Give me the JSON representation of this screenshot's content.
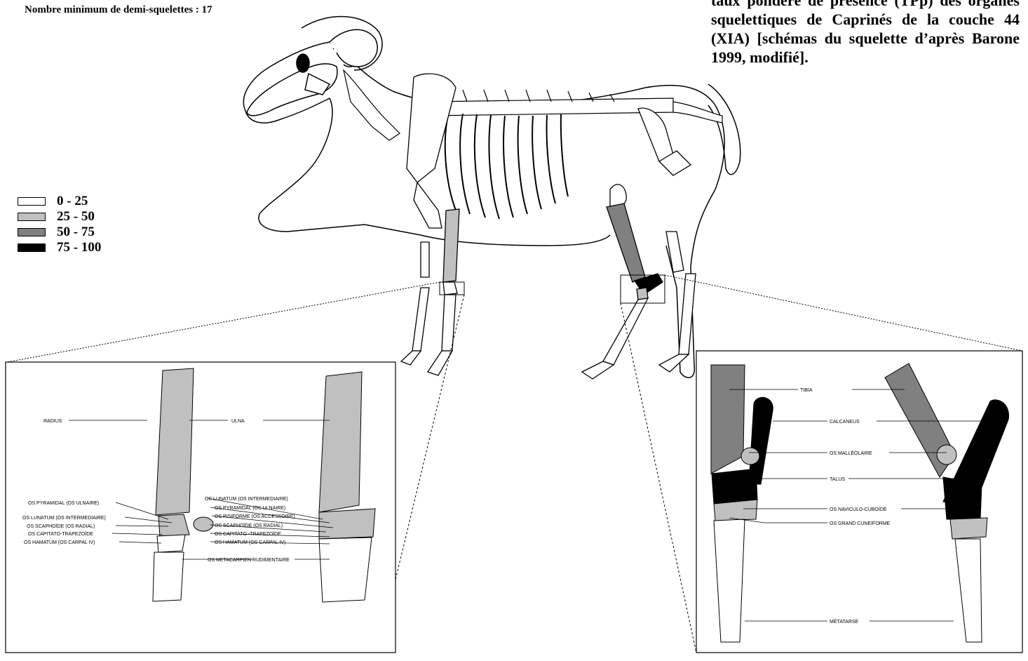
{
  "header": {
    "nms_text": "Nombre minimum de demi-squelettes : 17"
  },
  "caption": {
    "text": "taux pondéré de présence (TPp) des organes squelettiques de Caprinés de la couche 44 (XIA) [schémas du squelette d’après Barone 1999, modifié]."
  },
  "legend": {
    "items": [
      {
        "label": "0 - 25",
        "color": "#ffffff"
      },
      {
        "label": "25 - 50",
        "color": "#c0c0c0"
      },
      {
        "label": "50 - 75",
        "color": "#808080"
      },
      {
        "label": "75 - 100",
        "color": "#000000"
      }
    ]
  },
  "carpal_panel": {
    "labels": {
      "radius": "RADIUS",
      "ulna": "ULNA",
      "pyramidal_l": "OS PYRAMIDAL (OS ULNAIRE)",
      "lunatum_l": "OS LUNATUM (OS INTERMEDIAIRE)",
      "scaphoide_l": "OS SCAPHOÏDE (OS RADIAL)",
      "capitato_l": "OS CAPITATO-TRAPEZOÏDE",
      "hamatum_l": "OS HAMATUM (OS CARPAL IV)",
      "lunatum_r": "OS LUNATUM (OS INTERMEDIAIRE)",
      "pyramidal_r": "OS PYRAMIDAL (OS ULNAIRE)",
      "pisiforme_r": "OS PISIFORME (OS ACCESSOIRE)",
      "scaphoide_r": "OS SCAPHOÏDE (OS RADIAL)",
      "capitato_r": "OS CAPITATO -TRAPEZOÏDE",
      "hamatum_r": "OS HAMATUM (OS CARPAL IV)",
      "metacarpien": "OS METACARPIEN RUDIMENTAIRE"
    }
  },
  "tarsal_panel": {
    "labels": {
      "tibia": "TIBIA",
      "calcaneus": "CALCANEUS",
      "malleolaire": "OS MALLÉOLAIRE",
      "talus": "TALUS",
      "naviculo": "OS NAVICULO-CUBOIDE",
      "cuneiforme": "OS GRAND CUNEIFORME",
      "metatarse": "MÉTATARSE"
    }
  }
}
